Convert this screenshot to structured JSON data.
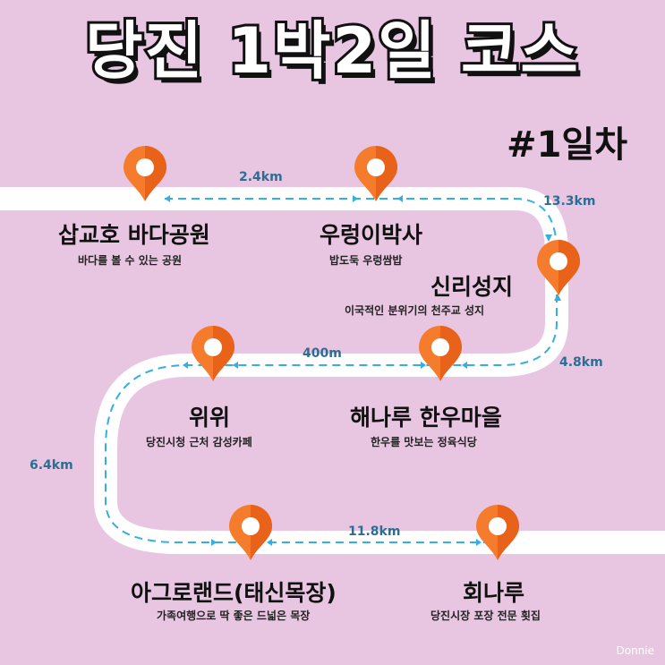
{
  "title": "당진 1박2일 코스",
  "day_label": "#1일차",
  "credit": "Donnie",
  "colors": {
    "background": "#e8c6e2",
    "road": "#ffffff",
    "dash": "#35aee0",
    "pin": "#f57c2c",
    "pin_dark": "#e8621a",
    "distance_text": "#2c6e93"
  },
  "icons": [
    "map-pin-icon"
  ],
  "stops": [
    {
      "name": "삽교호 바다공원",
      "desc": "바다를 볼 수 있는 공원"
    },
    {
      "name": "우렁이박사",
      "desc": "밥도둑 우렁쌈밥"
    },
    {
      "name": "신리성지",
      "desc": "이국적인 분위기의 천주교 성지"
    },
    {
      "name": "해나루 한우마을",
      "desc": "한우를 맛보는 정육식당"
    },
    {
      "name": "위위",
      "desc": "당진시청 근처 감성카페"
    },
    {
      "name": "아그로랜드(태신목장)",
      "desc": "가족여행으로 딱 좋은 드넓은 목장"
    },
    {
      "name": "회나루",
      "desc": "당진시장 포장 전문 횟집"
    }
  ],
  "distances": [
    "2.4km",
    "13.3km",
    "4.8km",
    "400m",
    "6.4km",
    "11.8km"
  ]
}
